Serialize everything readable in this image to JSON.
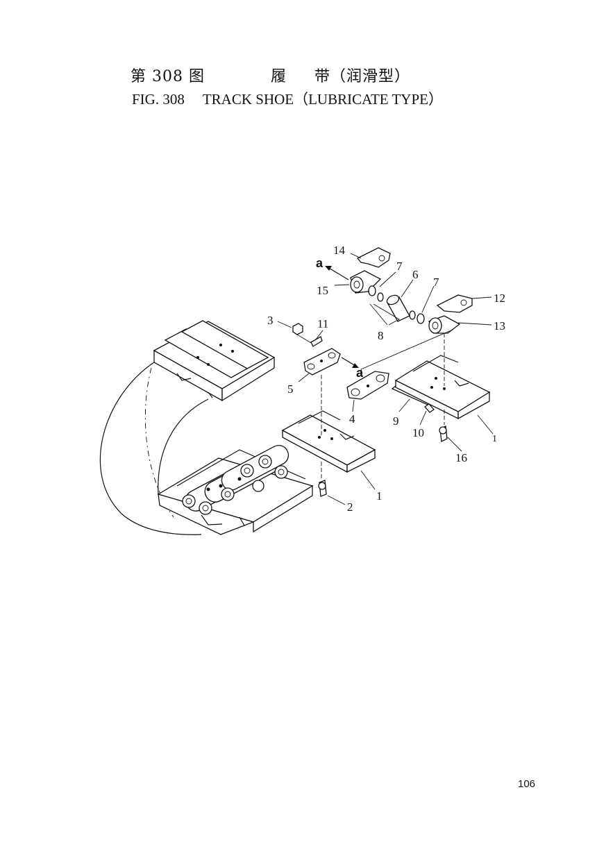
{
  "header": {
    "title_cn_fig": "第 308 图",
    "title_cn_name_1": "履",
    "title_cn_name_2": "带（润滑型）",
    "title_en_fig": "FIG. 308",
    "title_en_name": "TRACK SHOE（LUBRICATE TYPE）"
  },
  "callouts": [
    {
      "id": "p14",
      "text": "14"
    },
    {
      "id": "p7a",
      "text": "7"
    },
    {
      "id": "p6",
      "text": "6"
    },
    {
      "id": "p7b",
      "text": "7"
    },
    {
      "id": "p12",
      "text": "12"
    },
    {
      "id": "p15",
      "text": "15"
    },
    {
      "id": "p3",
      "text": "3"
    },
    {
      "id": "p11",
      "text": "11"
    },
    {
      "id": "p8",
      "text": "8"
    },
    {
      "id": "p13",
      "text": "13"
    },
    {
      "id": "p5",
      "text": "5"
    },
    {
      "id": "p4",
      "text": "4"
    },
    {
      "id": "p9",
      "text": "9"
    },
    {
      "id": "p10",
      "text": "10"
    },
    {
      "id": "p1a",
      "text": "1"
    },
    {
      "id": "p1b",
      "text": "1"
    },
    {
      "id": "p16",
      "text": "16"
    },
    {
      "id": "p2",
      "text": "2"
    }
  ],
  "arrow_marks": {
    "a1": "a",
    "a2": "a"
  },
  "page_number": "106"
}
